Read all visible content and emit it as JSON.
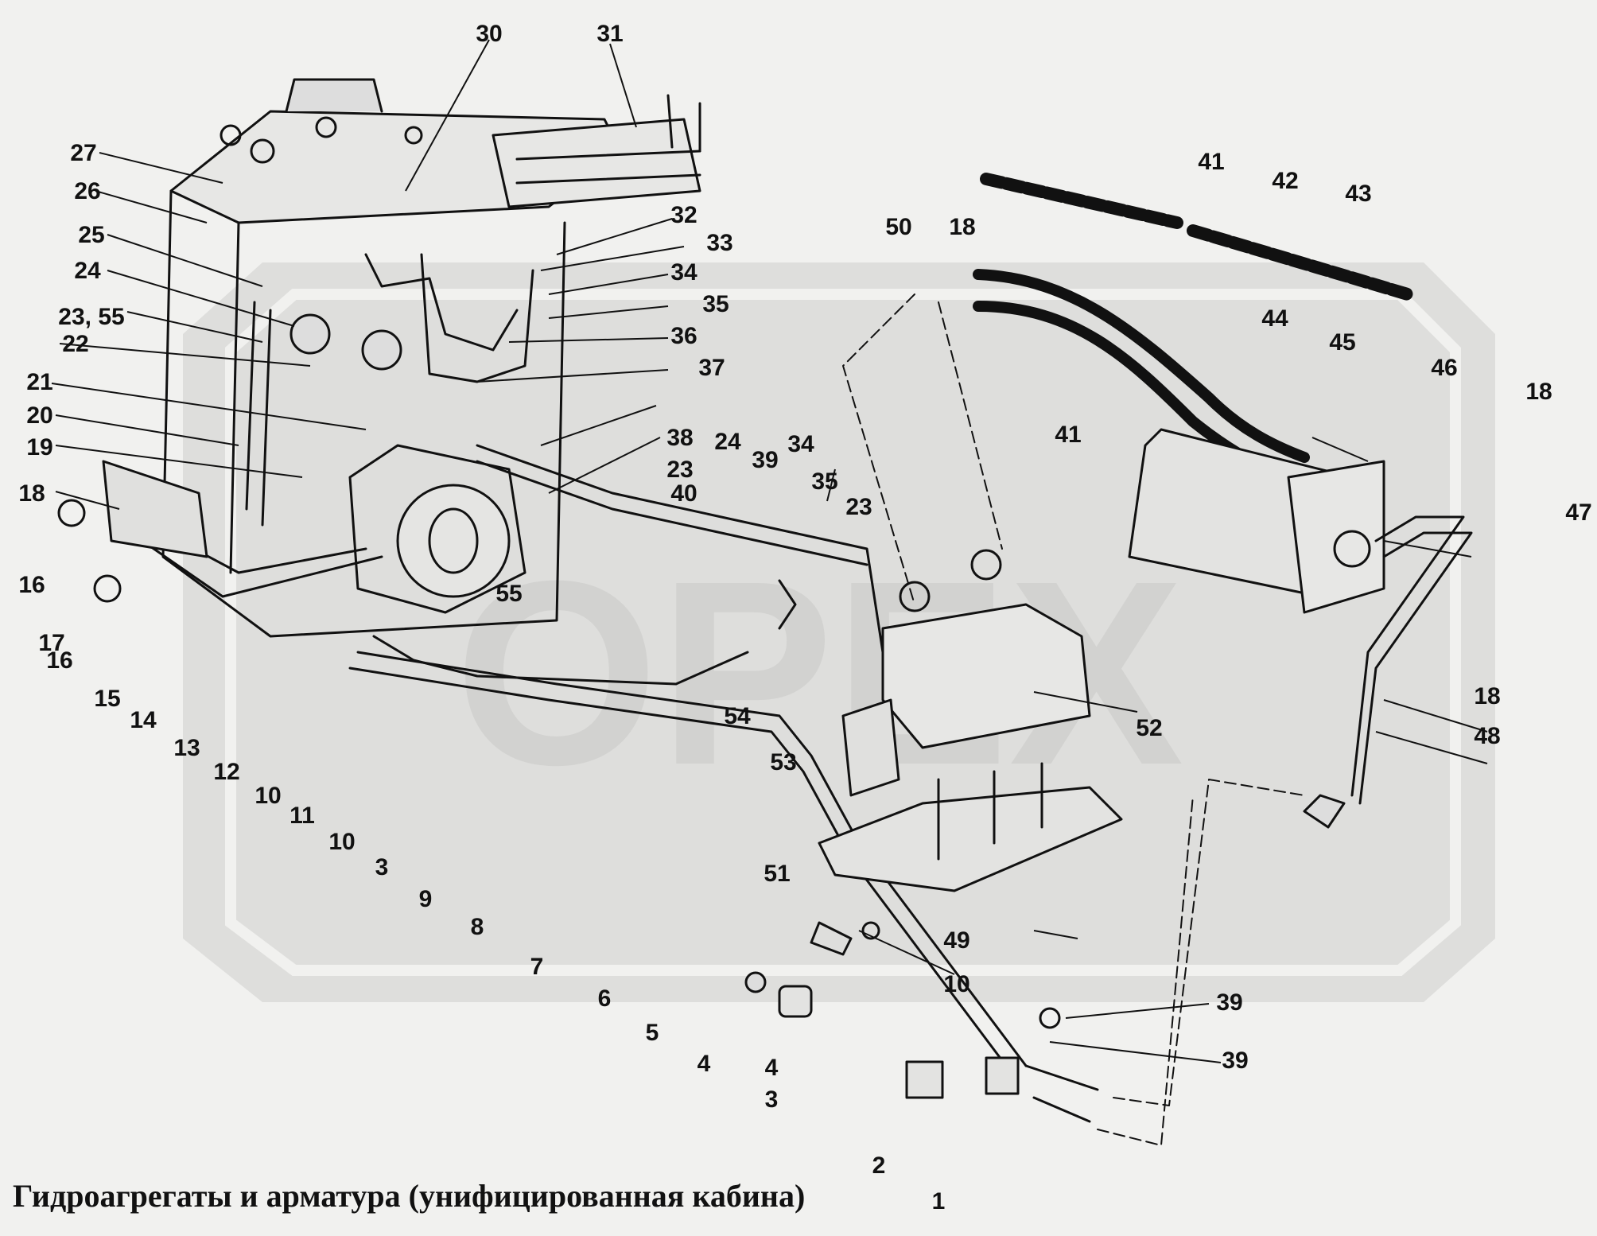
{
  "caption": "Гидроагрегаты и арматура (унифицированная кабина)",
  "watermark": "OPEX",
  "colors": {
    "background": "#f1f1ef",
    "line": "#111111",
    "watermark": "#cfcfcd"
  },
  "callouts": [
    "30",
    "31",
    "27",
    "26",
    "25",
    "24",
    "23, 55",
    "22",
    "21",
    "20",
    "19",
    "18",
    "16",
    "17",
    "16",
    "15",
    "14",
    "13",
    "12",
    "10",
    "11",
    "10",
    "3",
    "9",
    "8",
    "7",
    "6",
    "5",
    "4",
    "3",
    "2",
    "1",
    "32",
    "33",
    "34",
    "35",
    "36",
    "37",
    "38",
    "23",
    "24",
    "40",
    "39",
    "34",
    "35",
    "23",
    "55",
    "54",
    "53",
    "52",
    "50",
    "18",
    "41",
    "42",
    "43",
    "44",
    "45",
    "46",
    "18",
    "41",
    "47",
    "18",
    "48",
    "49",
    "51",
    "10",
    "39",
    "4",
    "39"
  ]
}
